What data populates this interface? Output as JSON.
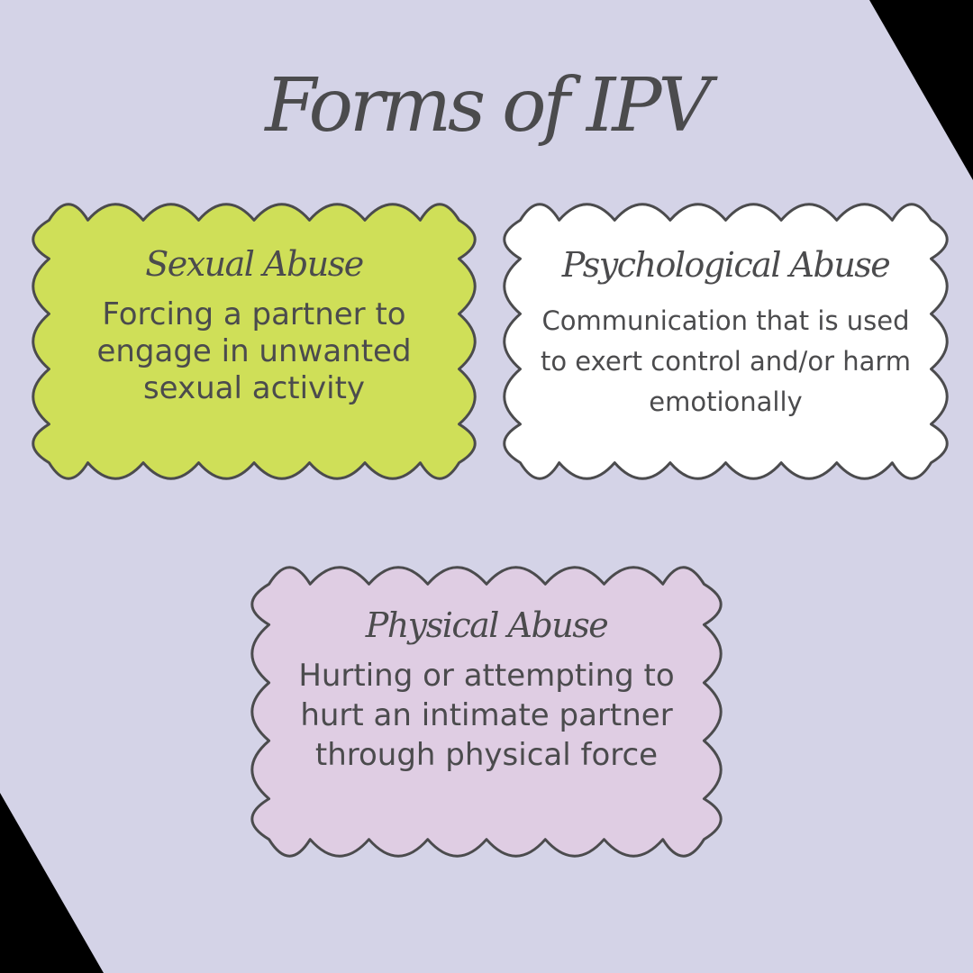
{
  "title": "Forms of IPV",
  "colors": {
    "background": "#d4d3e7",
    "corner": "#000000",
    "sexual_fill": "#cfdf58",
    "psych_fill": "#ffffff",
    "physical_fill": "#dfcde3",
    "stroke": "#4b4b4d",
    "text": "#4b4b4d"
  },
  "cards": {
    "sexual": {
      "heading": "Sexual Abuse",
      "body": "Forcing a partner to engage in unwanted sexual activity"
    },
    "psychological": {
      "heading": "Psychological Abuse",
      "body": "Communication that is used to exert control and/or harm emotionally"
    },
    "physical": {
      "heading": "Physical Abuse",
      "body": "Hurting or attempting to hurt an intimate partner through physical force"
    }
  }
}
